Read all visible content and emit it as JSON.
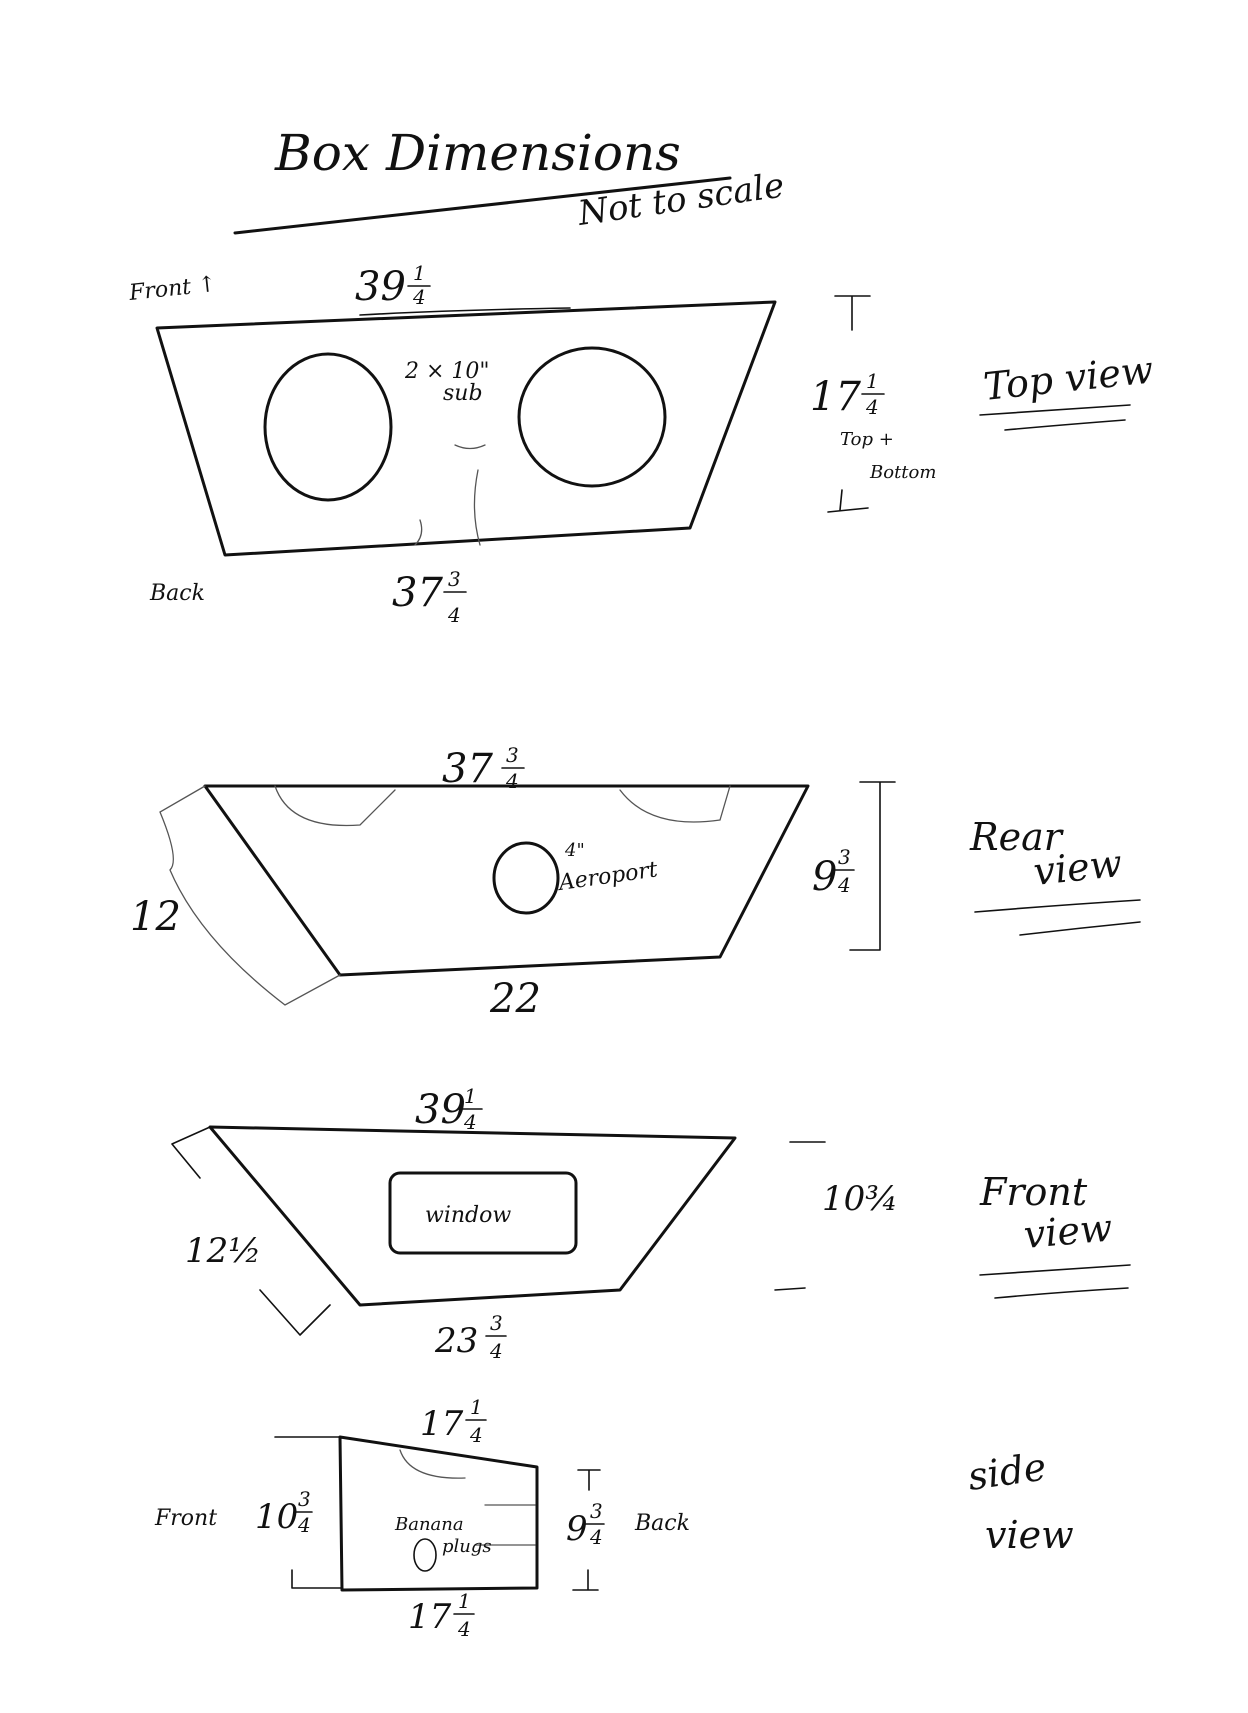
{
  "title": "Box Dimensions",
  "subtitle": "Not to scale",
  "top_view": {
    "label_line1": "Top view",
    "front_label": "Front ↑",
    "back_label": "Back",
    "front_width": "39",
    "front_width_frac_num": "1",
    "front_width_frac_den": "4",
    "back_width": "37",
    "back_width_frac_num": "3",
    "back_width_frac_den": "4",
    "depth": "17",
    "depth_frac_num": "1",
    "depth_frac_den": "4",
    "depth_note_line1": "Top +",
    "depth_note_line2": "Bottom",
    "sub_note_line1": "2 × 10\"",
    "sub_note_line2": "sub"
  },
  "rear_view": {
    "label_line1": "Rear",
    "label_line2": "view",
    "top_width": "37",
    "top_width_frac_num": "3",
    "top_width_frac_den": "4",
    "bottom_width": "22",
    "height": "9",
    "height_frac_num": "3",
    "height_frac_den": "4",
    "slant": "12",
    "port_note_line1": "4\"",
    "port_note_line2": "Aeroport"
  },
  "front_view": {
    "label_line1": "Front",
    "label_line2": "view",
    "top_width": "39",
    "top_width_frac_num": "1",
    "top_width_frac_den": "4",
    "bottom_width": "23",
    "bottom_width_frac_num": "3",
    "bottom_width_frac_den": "4",
    "height": "10¾",
    "slant": "12½",
    "window_label": "window"
  },
  "side_view": {
    "label_line1": "side",
    "label_line2": "view",
    "front_label": "Front",
    "back_label": "Back",
    "top_length": "17",
    "top_length_frac_num": "1",
    "top_length_frac_den": "4",
    "bottom_length": "17",
    "bottom_length_frac_num": "1",
    "bottom_length_frac_den": "4",
    "front_height": "10",
    "front_height_frac_num": "3",
    "front_height_frac_den": "4",
    "back_height": "9",
    "back_height_frac_num": "3",
    "back_height_frac_den": "4",
    "plugs_line1": "Banana",
    "plugs_line2": "plugs"
  }
}
